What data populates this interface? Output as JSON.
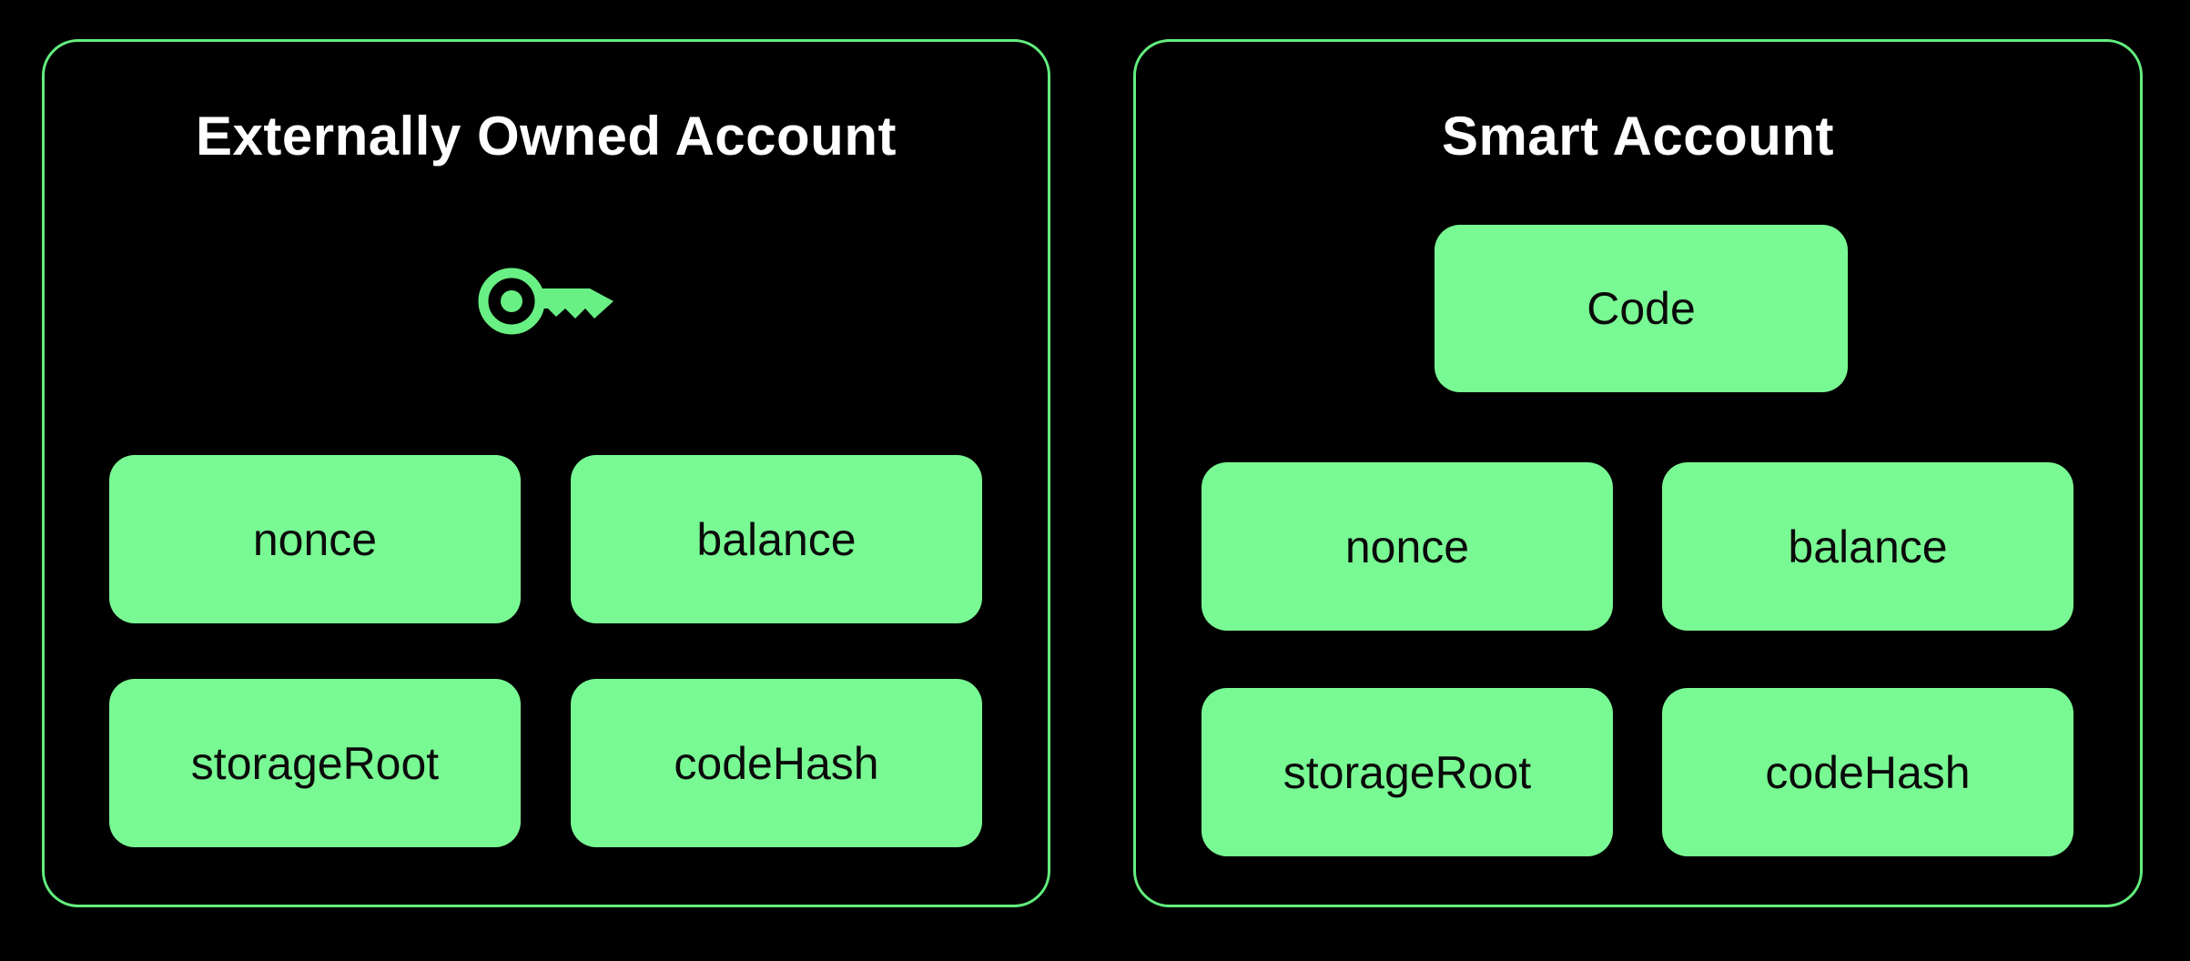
{
  "page": {
    "background": "#000000"
  },
  "colors": {
    "panel_border": "#62EE7E",
    "box_fill": "#79F993",
    "box_label": "#0B0B0B",
    "title_text": "#FFFFFF",
    "key_icon": "#68F084"
  },
  "panels": {
    "eoa": {
      "title": "Externally Owned Account",
      "icon": "key-icon",
      "fields": [
        "nonce",
        "balance",
        "storageRoot",
        "codeHash"
      ]
    },
    "smart": {
      "title": "Smart Account",
      "code_label": "Code",
      "fields": [
        "nonce",
        "balance",
        "storageRoot",
        "codeHash"
      ]
    }
  }
}
